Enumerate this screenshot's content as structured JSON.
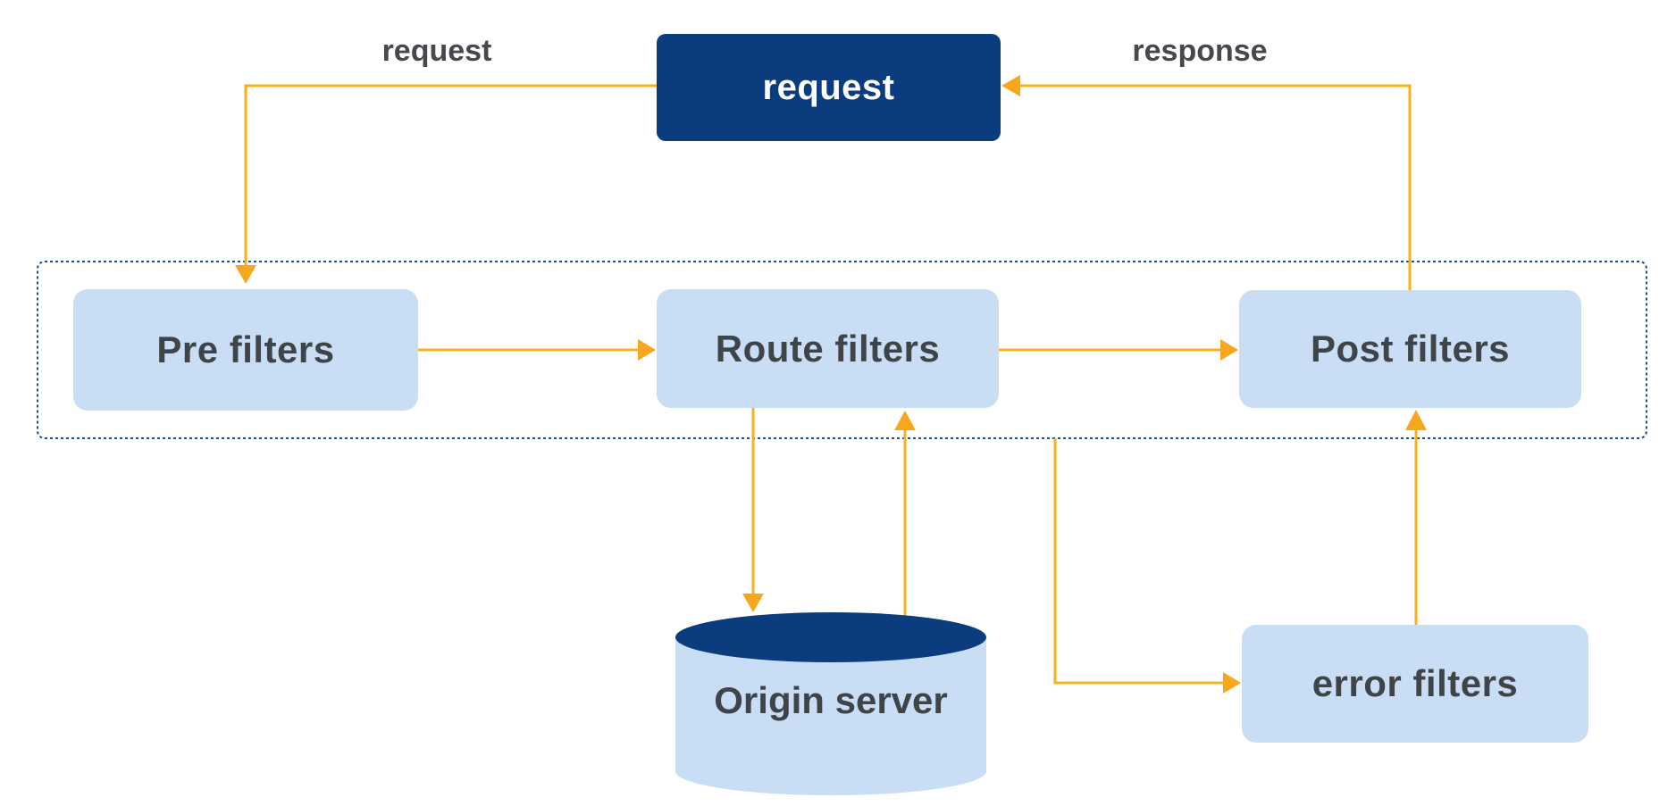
{
  "diagram": {
    "nodes": {
      "request": "request",
      "pre_filters": "Pre filters",
      "route_filters": "Route filters",
      "post_filters": "Post filters",
      "error_filters": "error filters",
      "origin_server": "Origin server"
    },
    "edge_labels": {
      "request": "request",
      "response": "response"
    },
    "colors": {
      "node_navy": "#0b3c7d",
      "node_light_blue": "#c9def5",
      "arrow_line": "#f8af18",
      "arrow_head": "#f6a71e",
      "dashed_container_border": "#1f4e79",
      "node_text": "#3f4449",
      "label_text": "#45484d"
    }
  }
}
